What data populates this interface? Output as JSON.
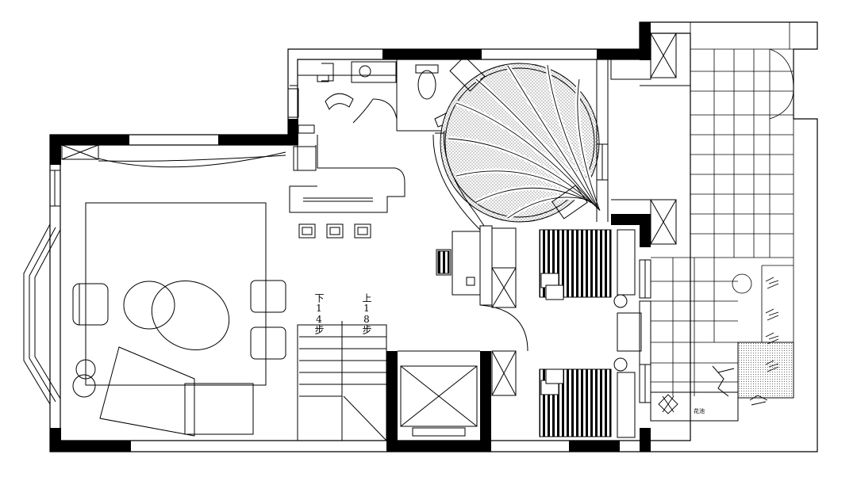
{
  "plan": {
    "stairs": {
      "down_label": "下14步",
      "up_label": "上18步"
    },
    "planter_label": "花池",
    "colors": {
      "background": "#ffffff",
      "line": "#000000",
      "wall": "#000000",
      "hatch": "#888888"
    }
  }
}
